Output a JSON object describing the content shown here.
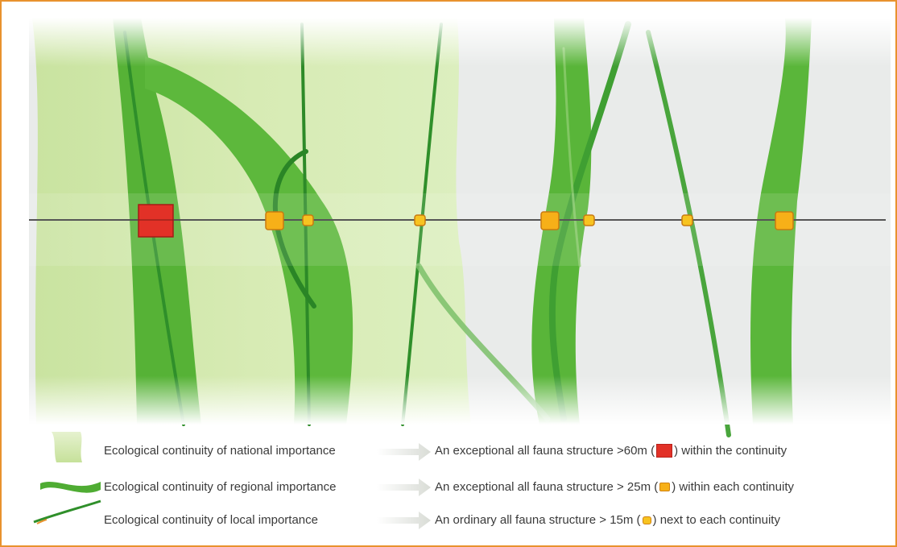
{
  "colors": {
    "frame": "#e8922e",
    "national": "#cfe6a6",
    "regional": "#5eb63c",
    "local": "#2f8f2a",
    "exceptional_large": "#e23127",
    "structure": "#f7b018",
    "road": "#555555"
  },
  "diagram": {
    "type": "ecological-continuity-crossing",
    "structures": [
      {
        "kind": "exceptional_large"
      },
      {
        "kind": "exceptional"
      },
      {
        "kind": "ordinary"
      },
      {
        "kind": "ordinary"
      },
      {
        "kind": "exceptional"
      },
      {
        "kind": "ordinary"
      },
      {
        "kind": "ordinary"
      },
      {
        "kind": "exceptional"
      }
    ]
  },
  "legend": {
    "national": "Ecological continuity of national importance",
    "regional": "Ecological continuity of regional importance",
    "local": "Ecological continuity of local importance",
    "large_structure_pre": "An exceptional all fauna structure >60m (",
    "large_structure_post": ") within the continuity",
    "medium_structure_pre": "An exceptional all fauna structure > 25m (",
    "medium_structure_post": ") within each continuity",
    "small_structure_pre": "An ordinary all fauna structure > 15m (",
    "small_structure_post": ") next to each continuity"
  }
}
